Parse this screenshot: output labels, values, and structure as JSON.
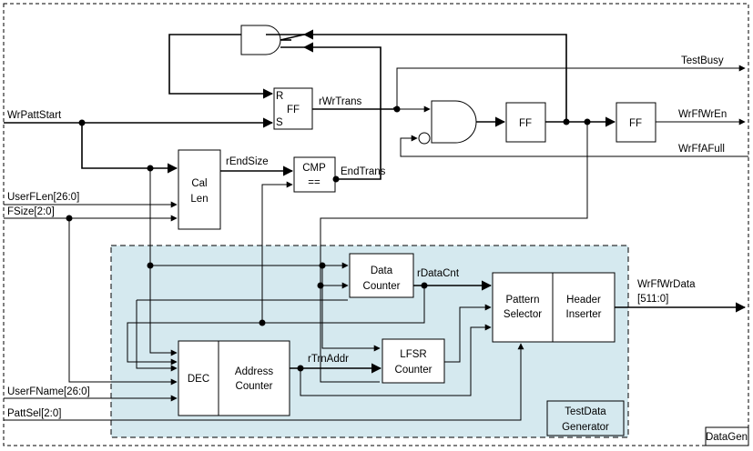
{
  "signals": {
    "wr_patt_start": "WrPattStart",
    "user_flen": "UserFLen[26:0]",
    "fsize": "FSize[2:0]",
    "user_fname": "UserFName[26:0]",
    "patt_sel": "PattSel[2:0]",
    "r_wr_trans": "rWrTrans",
    "r_end_size": "rEndSize",
    "end_trans": "EndTrans",
    "test_busy": "TestBusy",
    "wr_ff_wr_en": "WrFfWrEn",
    "wr_ff_a_full": "WrFfAFull",
    "r_data_cnt": "rDataCnt",
    "r_trn_addr": "rTrnAddr",
    "wr_ff_wr_data": "WrFfWrData",
    "wr_ff_wr_data_width": "[511:0]"
  },
  "blocks": {
    "sr_ff": {
      "r": "R",
      "s": "S",
      "label": "FF"
    },
    "cal_len": {
      "line1": "Cal",
      "line2": "Len"
    },
    "cmp": {
      "line1": "CMP",
      "line2": "=="
    },
    "ff1": "FF",
    "ff2": "FF",
    "data_counter": {
      "line1": "Data",
      "line2": "Counter"
    },
    "lfsr_counter": {
      "line1": "LFSR",
      "line2": "Counter"
    },
    "dec": "DEC",
    "address_counter": {
      "line1": "Address",
      "line2": "Counter"
    },
    "pattern_selector": {
      "line1": "Pattern",
      "line2": "Selector"
    },
    "header_inserter": {
      "line1": "Header",
      "line2": "Inserter"
    },
    "testdata_generator": {
      "line1": "TestData",
      "line2": "Generator"
    },
    "datagen": "DataGen"
  },
  "colors": {
    "testdata_region": "#d5e9ef",
    "line": "#000000"
  }
}
